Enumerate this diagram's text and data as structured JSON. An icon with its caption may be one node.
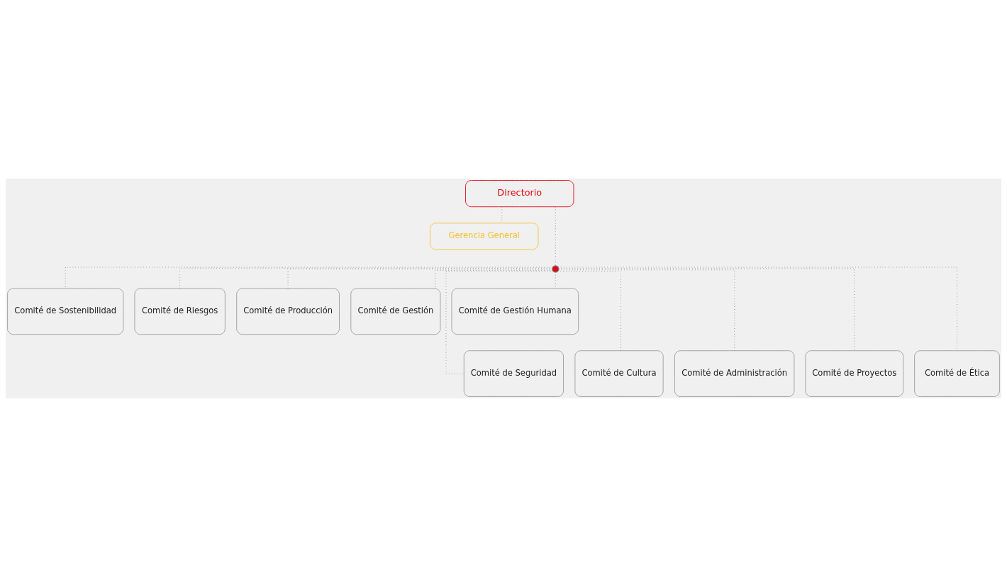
{
  "diagram": {
    "nodes": [
      {
        "text": [
          "Directorio"
        ]
      },
      {
        "text": [
          "Gerencia General"
        ]
      },
      {
        "text": [],
        "shape": "circle"
      },
      {
        "text": [
          "Comité de Sostenibilidad"
        ]
      },
      {
        "text": [
          "Comité de Riesgos"
        ]
      },
      {
        "text": [
          "Comité de Producción"
        ]
      },
      {
        "text": [
          "Comité de Gestión"
        ]
      },
      {
        "text": [
          "Comité de Gestión Humana"
        ]
      },
      {
        "text": [
          "Comité de Seguridad"
        ]
      },
      {
        "text": [
          "Comité de Cultura"
        ]
      },
      {
        "text": [
          "Comité de Administración"
        ]
      },
      {
        "text": [
          "Comité de Proyectos"
        ]
      },
      {
        "text": [
          "Comité de Ética"
        ]
      }
    ],
    "edges": [
      {
        "from": 0,
        "to": 1,
        "arrow": "none"
      },
      {
        "from": 0,
        "to": 2,
        "arrow": "none"
      },
      {
        "from": 2,
        "to": 3,
        "arrow": "none"
      },
      {
        "from": 2,
        "to": 4,
        "arrow": "none"
      },
      {
        "from": 2,
        "to": 5,
        "arrow": "none"
      },
      {
        "from": 2,
        "to": 6,
        "arrow": "none"
      },
      {
        "from": 2,
        "to": 7,
        "arrow": "none"
      },
      {
        "from": 2,
        "to": 8,
        "arrow": "none"
      },
      {
        "from": 2,
        "to": 9,
        "arrow": "none"
      },
      {
        "from": 2,
        "to": 10,
        "arrow": "none"
      },
      {
        "from": 2,
        "to": 11,
        "arrow": "none"
      },
      {
        "from": 2,
        "to": 12,
        "arrow": "none"
      }
    ]
  }
}
